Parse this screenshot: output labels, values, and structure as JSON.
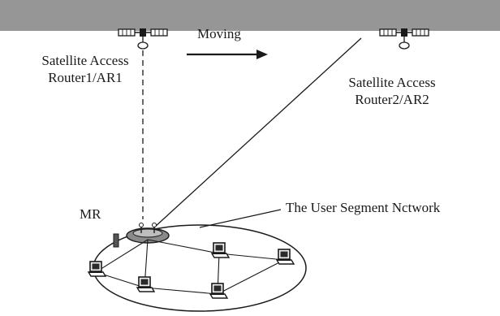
{
  "diagram": {
    "moving_label": "Moving",
    "satellite_access_router_1": {
      "line1": "Satellite Access",
      "line2": "Router1/AR1"
    },
    "satellite_access_router_2": {
      "line1": "Satellite Access",
      "line2": "Router2/AR2"
    },
    "mobile_router_label": "MR",
    "user_segment_network_label": "The User Segment Nctwork"
  },
  "colors": {
    "top_bar": "#969696",
    "ink": "#1a1a1a",
    "background": "#ffffff"
  },
  "icons": {
    "satellite": "satellite-icon",
    "antenna": "antenna-icon",
    "computer": "computer-icon",
    "mobile_router": "mobile-router-icon"
  }
}
